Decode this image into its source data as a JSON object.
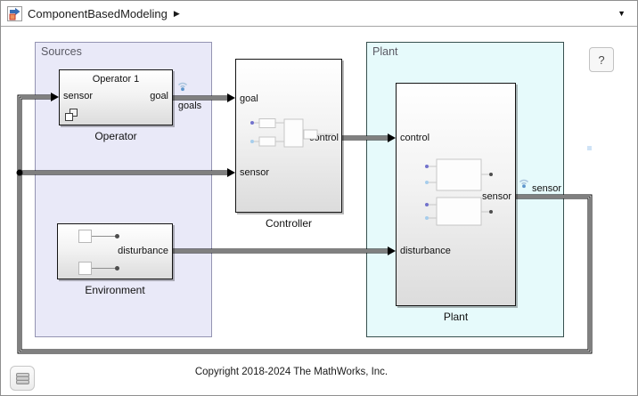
{
  "header": {
    "model_name": "ComponentBasedModeling",
    "breadcrumb_arrow": "▶",
    "dropdown_arrow": "▼"
  },
  "canvas": {
    "help_label": "?",
    "copyright": "Copyright 2018-2024 The MathWorks, Inc."
  },
  "areas": {
    "sources": {
      "label": "Sources"
    },
    "plant": {
      "label": "Plant"
    }
  },
  "blocks": {
    "operator": {
      "title": "Operator 1",
      "name": "Operator",
      "in1": "sensor",
      "out1": "goal"
    },
    "environment": {
      "name": "Environment",
      "out1": "disturbance"
    },
    "controller": {
      "name": "Controller",
      "in1": "goal",
      "in2": "sensor",
      "out1": "control"
    },
    "plant": {
      "name": "Plant",
      "in1": "control",
      "in2": "disturbance",
      "out1": "sensor"
    }
  },
  "signal_labels": {
    "goals": "goals",
    "sensor": "sensor"
  },
  "icons": {
    "breadcrumb": "simulink-model-icon",
    "logged_signal": "wireless-signal-icon",
    "bottom_left": "stacked-layers-icon"
  },
  "colors": {
    "sources_fill": "#e9e9f8",
    "sources_border": "#9494b2",
    "plant_fill": "#e6fafb",
    "plant_border": "#37504e",
    "wire": "#000000",
    "logged_signal_arc": "#a9c4dd",
    "logged_signal_dot": "#5e96cc"
  }
}
